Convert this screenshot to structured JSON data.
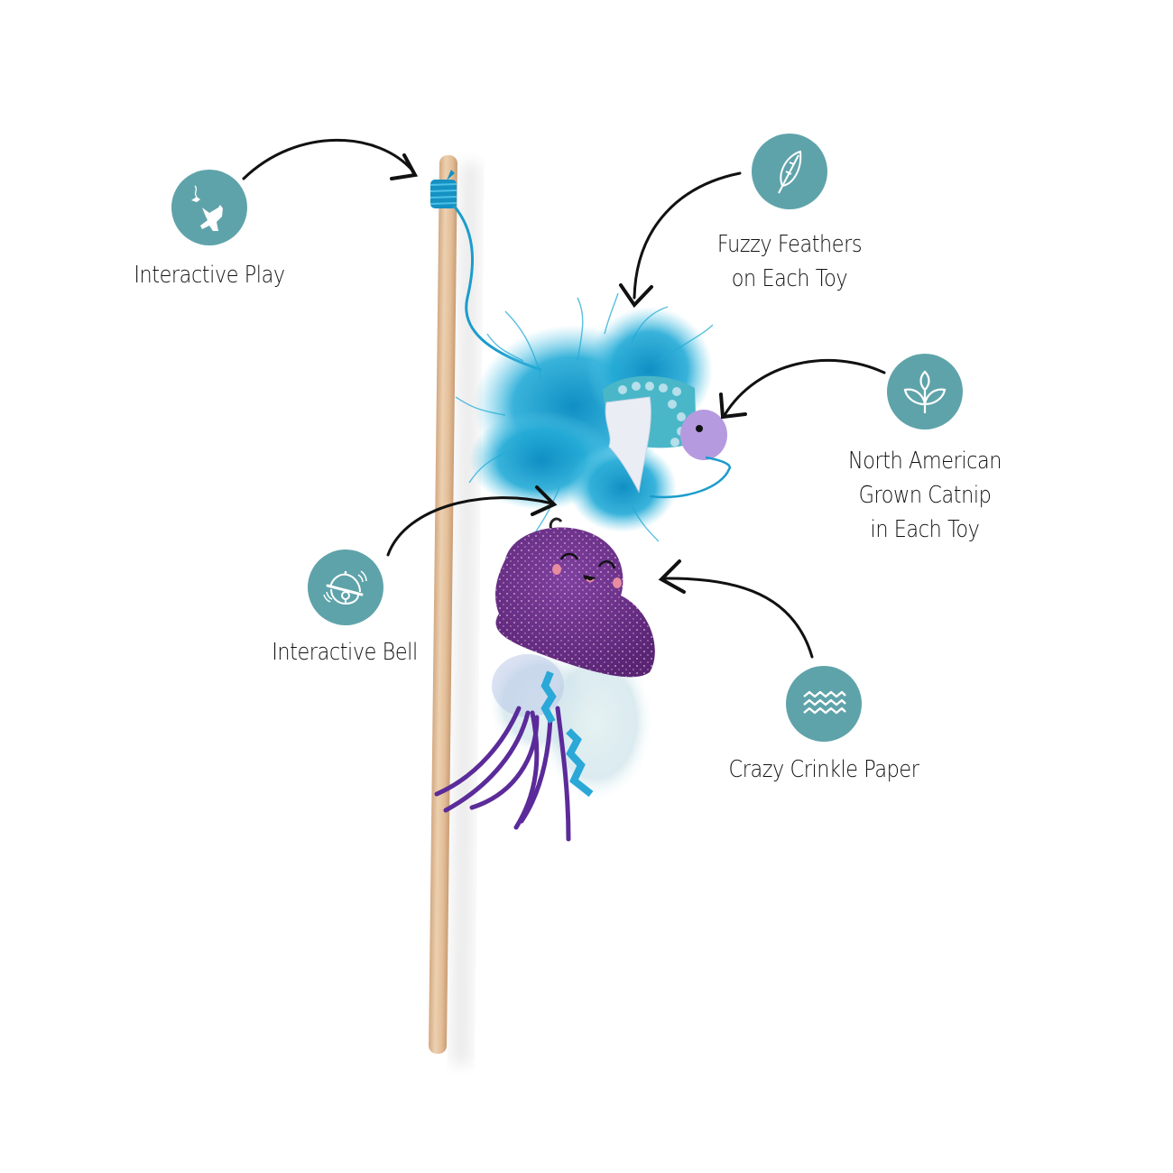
{
  "product": {
    "name": "Cat wand toy with feathered fish and jellyfish",
    "colors": {
      "icon_teal": "#5fa3aa",
      "stick_wood": "#e3c09c",
      "cord_blue": "#1b9ccc",
      "feather_blue": "#1ea6d2",
      "jellyfish_purple": "#6b2f86",
      "fish_head_lavender": "#b69ae0",
      "arrow": "#111111"
    }
  },
  "features": [
    {
      "id": "interactive-play",
      "icon": "cat-playing-icon",
      "label": "Interactive Play"
    },
    {
      "id": "fuzzy-feathers",
      "icon": "feather-icon",
      "label_lines": [
        "Fuzzy Feathers",
        "on Each Toy"
      ]
    },
    {
      "id": "catnip",
      "icon": "sprout-icon",
      "label_lines": [
        "North American",
        "Grown Catnip",
        "in Each Toy"
      ]
    },
    {
      "id": "interactive-bell",
      "icon": "bell-icon",
      "label": "Interactive Bell"
    },
    {
      "id": "crinkle-paper",
      "icon": "waves-icon",
      "label": "Crazy Crinkle Paper"
    }
  ]
}
